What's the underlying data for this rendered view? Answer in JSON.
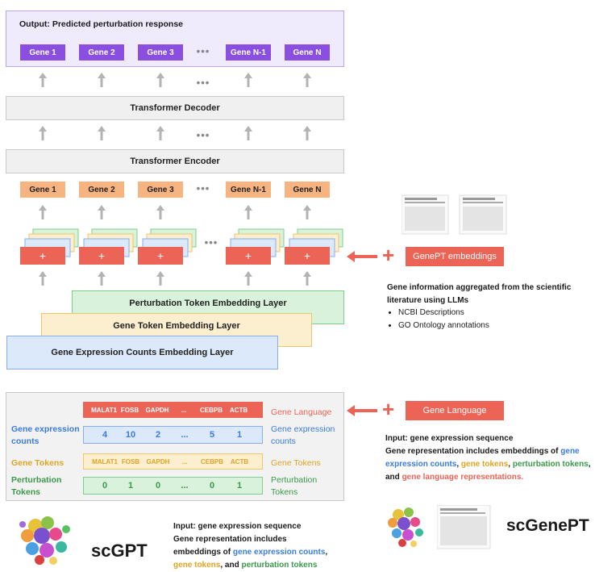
{
  "output_box": {
    "title": "Output: Predicted perturbation response",
    "genes": [
      "Gene 1",
      "Gene 2",
      "Gene 3",
      "Gene N-1",
      "Gene N"
    ]
  },
  "ellipsis": "•••",
  "decoder_label": "Transformer Decoder",
  "encoder_label": "Transformer Encoder",
  "input_genes": [
    "Gene 1",
    "Gene 2",
    "Gene 3",
    "Gene N-1",
    "Gene N"
  ],
  "plus_sign": "+",
  "embedding_layers": {
    "perturbation": "Perturbation Token Embedding Layer",
    "gene_token": "Gene Token Embedding Layer",
    "expression": "Gene Expression Counts Embedding Layer"
  },
  "genept": {
    "button_label": "GenePT embeddings",
    "info_title": "Gene information aggregated from the scientific literature using LLMs",
    "bullets": [
      "NCBI Descriptions",
      "GO Ontology annotations"
    ]
  },
  "input_table": {
    "language_row": [
      "MALAT1",
      "FOSB",
      "GAPDH",
      "...",
      "CEBPB",
      "ACTB"
    ],
    "language_label": "Gene Language",
    "expression_label": "Gene expression counts",
    "expression_values": [
      "4",
      "10",
      "2",
      "...",
      "5",
      "1"
    ],
    "tokens_label": "Gene Tokens",
    "token_row": [
      "MALAT1",
      "FOSB",
      "GAPDH",
      "...",
      "CEBPB",
      "ACTB"
    ],
    "perturbation_label": "Perturbation Tokens",
    "perturbation_values": [
      "0",
      "1",
      "0",
      "...",
      "0",
      "1"
    ]
  },
  "gene_language_button": "Gene Language",
  "scgenept_desc": {
    "line1": "Input: gene expression sequence",
    "line2": "Gene representation includes embeddings of",
    "expr": "gene expression counts",
    "sep1": ", ",
    "tok": "gene tokens",
    "sep2": ", ",
    "pert": "perturbation tokens",
    "sep3": ",",
    "and": "and",
    "lang": "gene language representations",
    "end": "."
  },
  "scgpt_desc": {
    "line1": "Input: gene expression sequence",
    "line2": "Gene representation includes",
    "line3": "embeddings of",
    "expr": "gene expression counts",
    "sep1": ",",
    "tok": "gene tokens",
    "and": ", and",
    "pert": "perturbation tokens"
  },
  "scgpt_name": "scGPT",
  "scgenept_name": "scGenePT",
  "colors": {
    "purple": "#8a4fe0",
    "orange": "#f7b380",
    "red": "#ec6456",
    "blue": "#3a7be0",
    "yellow": "#e0a422",
    "green": "#3a9a4a"
  }
}
